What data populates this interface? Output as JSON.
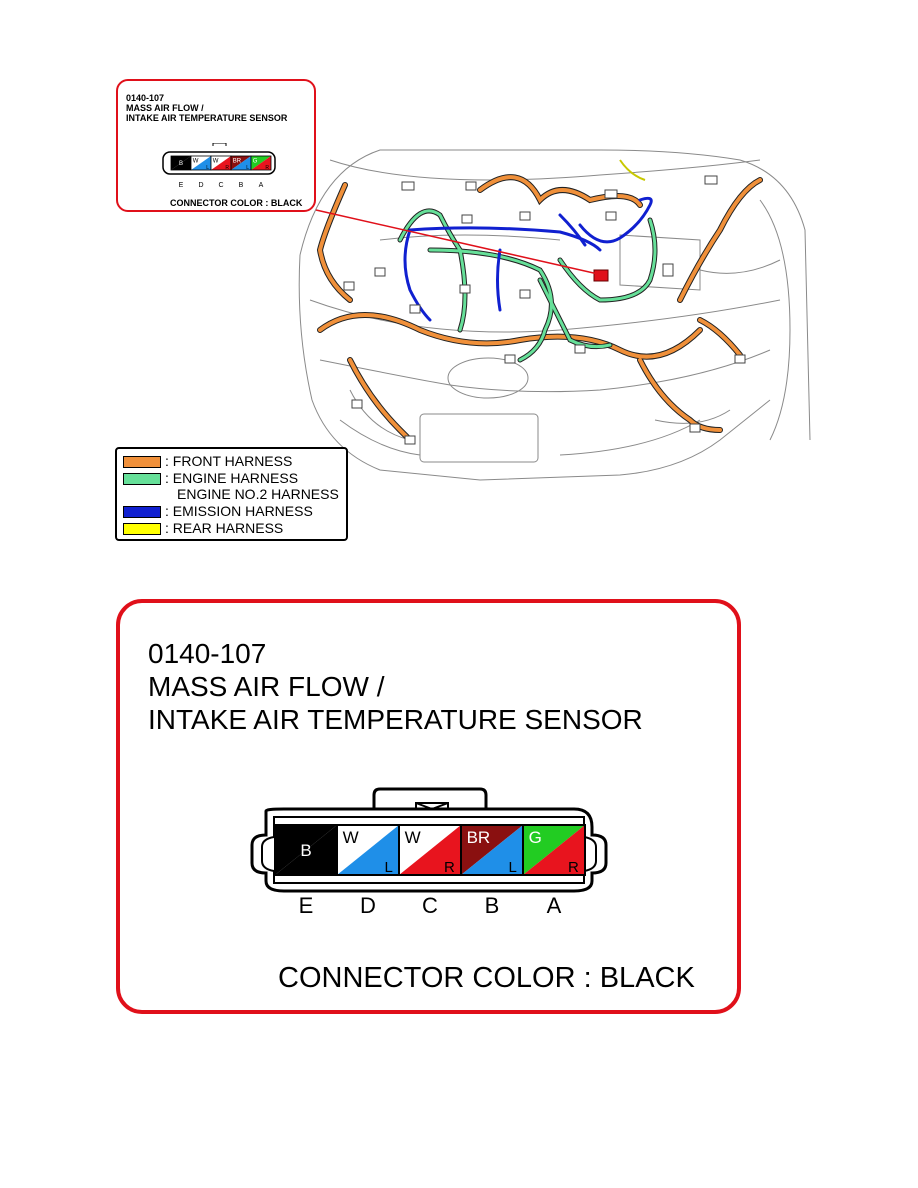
{
  "callout": {
    "code": "0140-107",
    "name_line1": "MASS AIR FLOW /",
    "name_line2": "INTAKE AIR TEMPERATURE SENSOR",
    "connector_color": "CONNECTOR COLOR : BLACK"
  },
  "connector": {
    "pins": [
      {
        "letter": "E",
        "top": "B",
        "bottom": "",
        "top_color": "#000000",
        "bottom_color": "#000000"
      },
      {
        "letter": "D",
        "top": "W",
        "bottom": "L",
        "top_color": "#ffffff",
        "bottom_color": "#1f8fe8"
      },
      {
        "letter": "C",
        "top": "W",
        "bottom": "R",
        "top_color": "#ffffff",
        "bottom_color": "#e8141e"
      },
      {
        "letter": "B",
        "top": "BR",
        "bottom": "L",
        "top_color": "#8a1010",
        "bottom_color": "#1f8fe8"
      },
      {
        "letter": "A",
        "top": "G",
        "bottom": "R",
        "top_color": "#22cc22",
        "bottom_color": "#e8141e"
      }
    ]
  },
  "legend": {
    "items": [
      {
        "label": ": FRONT HARNESS",
        "color": "#f0903a"
      },
      {
        "label": ": ENGINE HARNESS",
        "color": "#66e099"
      },
      {
        "label": "ENGINE NO.2 HARNESS",
        "color": ""
      },
      {
        "label": ": EMISSION HARNESS",
        "color": "#1020d0"
      },
      {
        "label": ": REAR HARNESS",
        "color": "#ffff00"
      }
    ]
  },
  "colors": {
    "callout_border": "#e0101a",
    "front_harness": "#f0903a",
    "engine_harness": "#66e099",
    "emission_harness": "#1020d0",
    "rear_harness": "#ffff00",
    "connector_marker": "#e0101a"
  }
}
